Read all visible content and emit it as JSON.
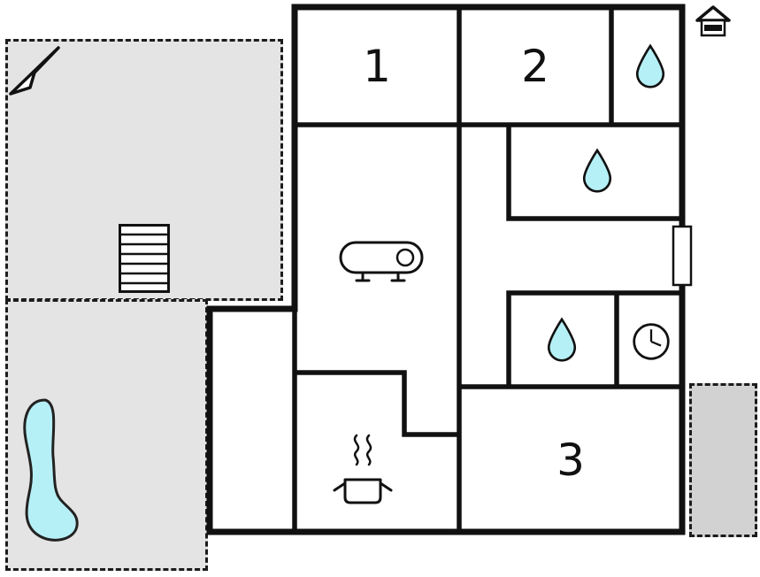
{
  "plan": {
    "title": "floor-plan",
    "rooms": [
      {
        "id": "room-1",
        "label": "1"
      },
      {
        "id": "room-2",
        "label": "2"
      },
      {
        "id": "room-3",
        "label": "3"
      }
    ],
    "icons": {
      "north_arrow": "north-direction-arrow",
      "house": "house-symbol",
      "stairs": "staircase",
      "pool": "swimming-pool",
      "water_drop": "water-drop",
      "sofa": "sofa",
      "pot": "cooking-pot",
      "clock": "clock",
      "door": "door-opening"
    },
    "water_drop_count": 3,
    "colors": {
      "wall": "#111111",
      "water": "#b5f0f6",
      "terrace": "#e4e4e4",
      "porch": "#d2d2d2"
    }
  }
}
